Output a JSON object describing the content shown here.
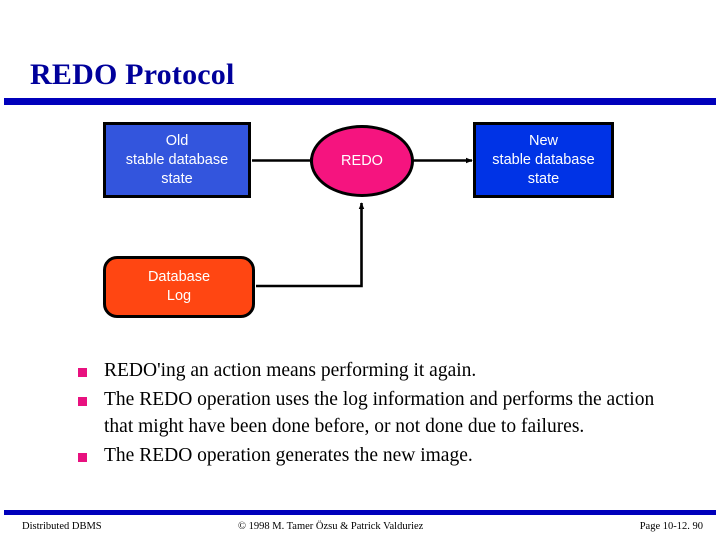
{
  "slide": {
    "title": "REDO Protocol",
    "title_color": "#00009b",
    "rule_color": "#0000bb"
  },
  "diagram": {
    "nodes": [
      {
        "id": "old-stable-database-state",
        "label": "Old\nstable database\nstate",
        "shape": "rectangle",
        "fill": "#3355dd",
        "text_color": "#ffffff",
        "border_color": "#000000"
      },
      {
        "id": "redo",
        "label": "REDO",
        "shape": "ellipse",
        "fill": "#f5147f",
        "text_color": "#ffffff",
        "border_color": "#000000"
      },
      {
        "id": "new-stable-database-state",
        "label": "New\nstable database\nstate",
        "shape": "rectangle",
        "fill": "#0033e6",
        "text_color": "#ffffff",
        "border_color": "#000000"
      },
      {
        "id": "database-log",
        "label": "Database\nLog",
        "shape": "rounded-rectangle",
        "fill": "#ff4612",
        "text_color": "#ffffff",
        "border_color": "#000000"
      }
    ],
    "connectors": [
      {
        "from": "old-stable-database-state",
        "to": "redo",
        "style": "arrow-right"
      },
      {
        "from": "redo",
        "to": "new-stable-database-state",
        "style": "arrow-right"
      },
      {
        "from": "database-log",
        "to": "redo",
        "style": "elbow-arrow-up"
      }
    ]
  },
  "bullets": {
    "marker_color": "#e8117f",
    "items": [
      "REDO'ing an action means performing it again.",
      "The REDO operation uses the log information and performs the action that might have been done before, or not done due to failures.",
      "The REDO operation generates the new image."
    ]
  },
  "footer": {
    "left": "Distributed DBMS",
    "center": "© 1998 M. Tamer Özsu & Patrick Valduriez",
    "right": "Page 10-12. 90"
  }
}
